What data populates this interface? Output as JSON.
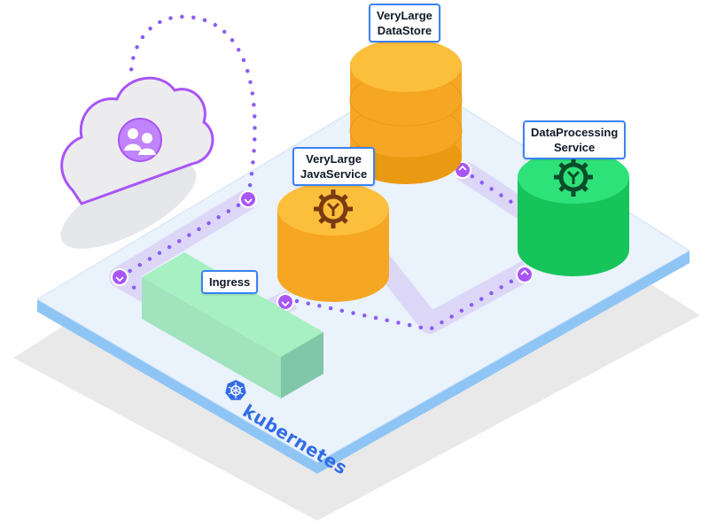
{
  "labels": {
    "datastore": [
      "VeryLarge",
      "DataStore"
    ],
    "javaservice": [
      "VeryLarge",
      "JavaService"
    ],
    "processing": [
      "DataProcessing",
      "Service"
    ],
    "ingress": "Ingress"
  },
  "platform": {
    "brand": "kubernetes",
    "brand_color": "#326ce5"
  },
  "colors": {
    "platform_top": "#eaf2fc",
    "platform_edge": "#8ec5f5",
    "shadow": "#e6e6e6",
    "path": "#ddd7f7",
    "dots": "#8b5cf6",
    "orange": "#f5a623",
    "orange_light": "#fbbf3c",
    "orange_dark": "#e08e0b",
    "green": "#16c45a",
    "green_light": "#2ee27a",
    "green_dark": "#0ea548",
    "ingress_top": "#a7f0c1",
    "ingress_side": "#7fc7a7",
    "cloud_stroke": "#a855f7",
    "label_border": "#3b82f6"
  },
  "icons": {
    "service_cog": "cog-icon",
    "cloud": "cloud-icon",
    "users": "users-icon",
    "k8s": "kubernetes-wheel-icon"
  }
}
